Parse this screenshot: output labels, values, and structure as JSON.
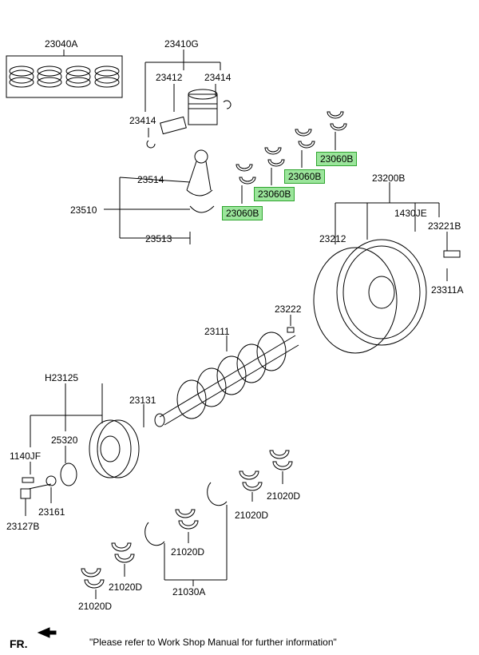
{
  "parts": {
    "p23040A": "23040A",
    "p23410G": "23410G",
    "p23412": "23412",
    "p23414a": "23414",
    "p23414b": "23414",
    "p23514": "23514",
    "p23510": "23510",
    "p23513": "23513",
    "p23060B_1": "23060B",
    "p23060B_2": "23060B",
    "p23060B_3": "23060B",
    "p23060B_4": "23060B",
    "p23200B": "23200B",
    "p1430JE": "1430JE",
    "p23221B": "23221B",
    "p23212": "23212",
    "p23311A": "23311A",
    "p23222": "23222",
    "p23111": "23111",
    "pH23125": "H23125",
    "p23131": "23131",
    "p25320": "25320",
    "p1140JF": "1140JF",
    "p23161": "23161",
    "p23127B": "23127B",
    "p21020D_a": "21020D",
    "p21020D_b": "21020D",
    "p21020D_c": "21020D",
    "p21020D_d": "21020D",
    "p21020D_e": "21020D",
    "p21030A": "21030A"
  },
  "footer": {
    "fr_label": "FR.",
    "note": "\"Please refer to Work Shop Manual for further information\""
  },
  "colors": {
    "highlight_fill": "#9be59b",
    "highlight_border": "#2fa52f",
    "line": "#000000"
  }
}
